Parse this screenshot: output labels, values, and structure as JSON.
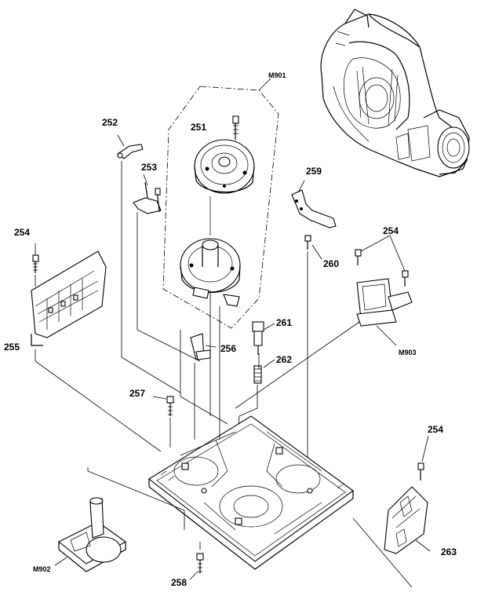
{
  "labels": {
    "p251": "251",
    "p252": "252",
    "p253": "253",
    "p254a": "254",
    "p254b": "254",
    "p254c": "254",
    "p255": "255",
    "p256": "256",
    "p257": "257",
    "p258": "258",
    "p259": "259",
    "p260": "260",
    "p261": "261",
    "p262": "262",
    "p263": "263",
    "m901": "M901",
    "m902": "M902",
    "m903": "M903"
  }
}
